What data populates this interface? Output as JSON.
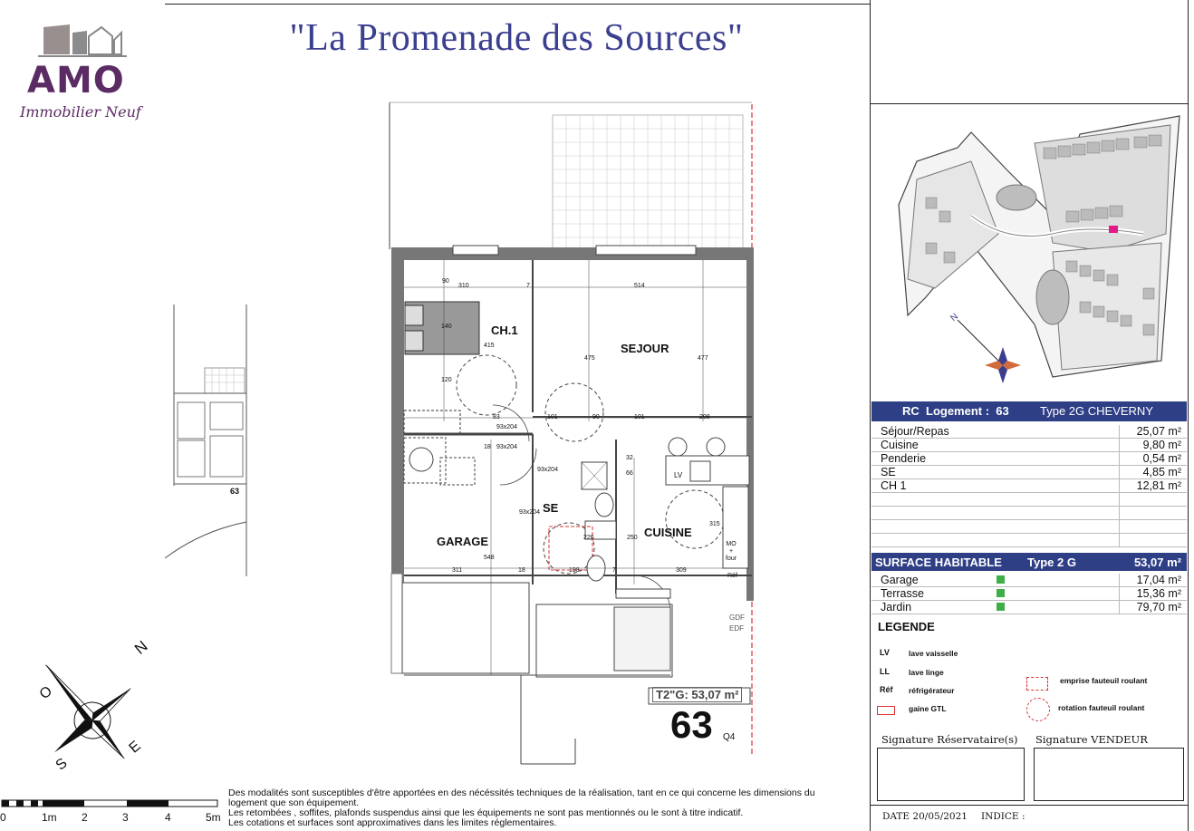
{
  "title": "\"La Promenade des Sources\"",
  "logo": {
    "brand": "AMO",
    "tagline": "Immobilier Neuf"
  },
  "plan": {
    "rooms": {
      "ch1": "CH.1",
      "sejour": "SEJOUR",
      "se": "SE",
      "cuisine": "CUISINE",
      "garage": "GARAGE"
    },
    "fixtures": {
      "lv": "LV",
      "mo": "MO\n+\nfour",
      "ref": "Réf"
    },
    "dims": {
      "d90": "90",
      "d310": "310",
      "d7a": "7",
      "d514": "514",
      "d140": "140",
      "d415": "415",
      "d120": "120",
      "d475": "475",
      "d477": "477",
      "d83": "83",
      "d101a": "101",
      "d90b": "90",
      "d101b": "101",
      "d208": "208",
      "d93a": "93x204",
      "d93b": "93x204",
      "d93c": "93x204",
      "d93d": "93x204",
      "d66": "66",
      "d32": "32",
      "d548": "548",
      "d250": "250",
      "d315": "315",
      "d311": "311",
      "d18": "18",
      "d198": "198",
      "d7b": "7",
      "d309": "309",
      "d226": "226",
      "d18b": "18"
    },
    "gdf": "GDF",
    "edf": "EDF",
    "type_area": "T2\"G: 53,07 m²",
    "lot_number": "63",
    "lot_suffix": "Q4",
    "thumb_number": "63"
  },
  "panel": {
    "header": {
      "rc": "RC  Logement :  63",
      "type": "Type 2G CHEVERNY"
    },
    "rooms": [
      {
        "label": "Séjour/Repas",
        "value": "25,07 m²"
      },
      {
        "label": "Cuisine",
        "value": "9,80 m²"
      },
      {
        "label": "Penderie",
        "value": "0,54 m²"
      },
      {
        "label": "SE",
        "value": "4,85 m²"
      },
      {
        "label": "CH 1",
        "value": "12,81 m²"
      }
    ],
    "surface": {
      "label": "SURFACE HABITABLE",
      "type": "Type 2 G",
      "value": "53,07 m²"
    },
    "annexes": [
      {
        "label": "Garage",
        "value": "17,04 m²"
      },
      {
        "label": "Terrasse",
        "value": "15,36 m²"
      },
      {
        "label": "Jardin",
        "value": "79,70 m²"
      }
    ],
    "legend_title": "LEGENDE",
    "legend": {
      "lv_code": "LV",
      "lv_text": "lave vaisselle",
      "ll_code": "LL",
      "ll_text": "lave linge",
      "ref_code": "Réf",
      "ref_text": "réfrigérateur",
      "gtl_text": "gaine GTL",
      "emprise_text": "emprise fauteuil roulant",
      "rotation_text": "rotation fauteuil roulant"
    },
    "sig_reservataire": "Signature Réservataire(s)",
    "sig_vendeur": "Signature VENDEUR",
    "date": "DATE 20/05/2021",
    "indice": "INDICE :"
  },
  "compass_main": {
    "n": "N",
    "e": "E",
    "s": "S",
    "o": "O"
  },
  "compass_map": {
    "n": "N"
  },
  "scale": [
    "0",
    "1m",
    "2",
    "3",
    "4",
    "5m"
  ],
  "disclaimer": [
    "Des modalités sont susceptibles d'être apportées en des nécéssités techniques de la réalisation, tant en ce qui concerne les dimensions du",
    "logement que son équipement.",
    "Les retombées , soffites, plafonds suspendus ainsi que les équipements ne sont pas mentionnés ou le sont à titre indicatif.",
    "Les cotations et surfaces sont approximatives dans les limites réglementaires."
  ]
}
